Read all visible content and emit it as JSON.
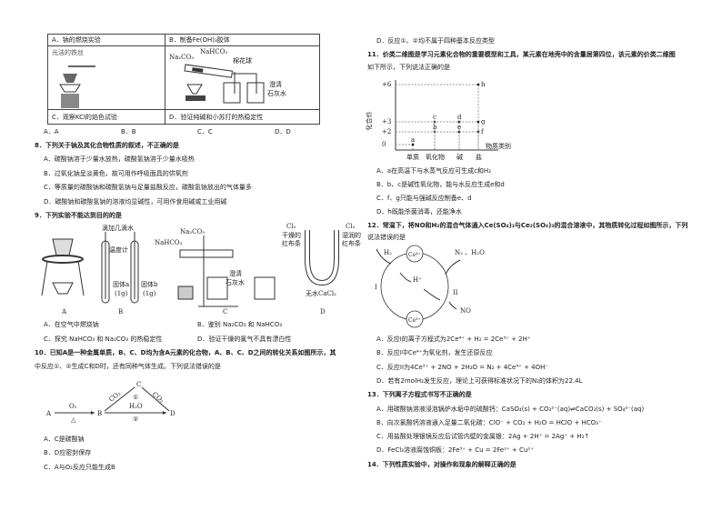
{
  "q7": {
    "table": {
      "cell_a": "A．钠的燃烧实验",
      "cell_b": "B．制备Fe(OH)₃胶体",
      "img_a_label": "光洁的铁丝",
      "img_b_labels": [
        "Na₂CO₃",
        "NaHCO₃",
        "棉花球",
        "澄清",
        "石灰水"
      ],
      "cell_c": "C．观察KCl的焰色试验",
      "cell_d": "D．验证纯碱和小苏打的热稳定性"
    },
    "choices": [
      "A．A",
      "B．B",
      "C．C",
      "D．D"
    ]
  },
  "q8": {
    "stem": "8．下列关于钠及其化合物性质的叙述，不正确的是",
    "options": [
      "A．碳酸钠溶于少量水放热，碳酸氢钠溶于少量水吸热",
      "B．过氧化钠呈淡黄色，故可用作呼吸面具的供氧剂",
      "C．等质量的碳酸钠和碳酸氢钠与足量盐酸反应，碳酸氢钠放出的气体量多",
      "D．碳酸钠和碳酸氢钠的溶液均显碱性，可用作食用碱或工业用碱"
    ]
  },
  "q9": {
    "stem": "9．下列实验不能达到目的的是",
    "fig_labels": [
      "A",
      "B",
      "C",
      "D"
    ],
    "fig_b": [
      "滴加几滴水",
      "温度计",
      "固体a",
      "(1g)",
      "固体b",
      "(1g)"
    ],
    "fig_c": [
      "NaHCO₃",
      "Na₂CO₃",
      "澄清",
      "石灰水"
    ],
    "fig_d": [
      "Cl₂",
      "干燥的",
      "红布条",
      "Cl₂",
      "湿润的",
      "红布条",
      "无水CaCl₂"
    ],
    "options": [
      "A．在空气中燃烧钠",
      "B．鉴别 Na₂CO₃ 和 NaHCO₃",
      "C．探究 NaHCO₃ 和 Na₂CO₃ 的热稳定性",
      "D．验证干燥的氯气不具有漂白性"
    ]
  },
  "q10": {
    "stem1": "10．已知A是一种金属单质，B、C、D均为含A元素的化合物，A、B、C、D之间的转化关系如图所示，其",
    "stem2": "中反应①、②生成C和D时，还有同种气体生成。下列说法错误的是",
    "diagram": {
      "A": "A",
      "B": "B",
      "C": "C",
      "D": "D",
      "o2": "O₂",
      "heat": "△",
      "co2_1": "CO₂",
      "co2_2": "CO₂",
      "h2o": "H₂O",
      "r1": "①",
      "r2": "②"
    },
    "options": [
      "A．C是碳酸钠",
      "B．D应密封保存",
      "C．A与O₂反应只能生成B",
      "D．反应①、②均不属于四种基本反应类型"
    ]
  },
  "q11": {
    "stem1": "11．价类二维图是学习元素化合物的重要模型和工具，某元素在地壳中的含量居第四位，该元素的价类二维图",
    "stem2": "如下所示，下列说法正确的是",
    "chart": {
      "ylabel": "化合价",
      "xlabel": "物质类别",
      "y_ticks": [
        "+6",
        "+3",
        "+2",
        "0"
      ],
      "x_ticks": [
        "单质",
        "氧化物",
        "碱",
        "盐"
      ],
      "points": [
        {
          "label": "a",
          "category": "单质",
          "valence": 0
        },
        {
          "label": "b",
          "category": "氧化物",
          "valence": 2
        },
        {
          "label": "c",
          "category": "氧化物",
          "valence": 3
        },
        {
          "label": "d",
          "category": "碱",
          "valence": 3
        },
        {
          "label": "e",
          "category": "碱",
          "valence": 2
        },
        {
          "label": "f",
          "category": "盐",
          "valence": 2
        },
        {
          "label": "g",
          "category": "盐",
          "valence": 3
        },
        {
          "label": "h",
          "category": "盐",
          "valence": 6
        }
      ]
    },
    "options": [
      "A．a在高温下与水蒸气反应可生成c和H₂",
      "B．b、c是碱性氧化物，能与水反应生成e和d",
      "C．f、g只能与强碱反应制备e、d",
      "D．h既能杀菌消毒，还能净水"
    ]
  },
  "q12": {
    "stem1": "12．常温下，将NO和H₂的混合气体通入Ce(SO₄)₂与Ce₂(SO₄)₃的混合溶液中，其物质转化过程如图所示，下列",
    "stem2": "说法错误的是",
    "diagram": {
      "ce4": "Ce⁴⁺",
      "ce3": "Ce³⁺",
      "h2": "H₂",
      "hplus": "H⁺",
      "products": "N₂ 、H₂O",
      "no": "NO",
      "r1": "I",
      "r2": "II"
    },
    "options": [
      "A．反应I的离子方程式为2Ce⁴⁺ + H₂ = 2Ce³⁺ + 2H⁺",
      "B．反应I中Ce⁴⁺为氧化剂，发生还原反应",
      "C．反应II为4Ce³⁺ + 2NO + 2H₂O = N₂ + 4Ce⁴⁺ + 4OH⁻",
      "D．若有2molH₂发生反应，理论上可获得标准状况下的N₂的体积为22.4L"
    ]
  },
  "q13": {
    "stem": "13．下列离子方程式书写不正确的是",
    "options": [
      "A．用碳酸钠溶液浸泡锅炉水垢中的硫酸钙：CaSO₄(s) + CO₃²⁻(aq)⇌CaCO₃(s) + SO₄²⁻(aq)",
      "B．向次氯酸钙溶液通入足量二氧化碳：ClO⁻ + CO₂ + H₂O = HClO + HCO₃⁻",
      "C．用盐酸处理银镜反应后试管内壁的金属银：2Ag + 2H⁺ = 2Ag⁺ + H₂↑",
      "D．FeCl₃溶液腐蚀铜板：2Fe³⁺ + Cu = 2Fe²⁺ + Cu²⁺"
    ]
  },
  "q14": {
    "stem": "14．下列性质实验中，对操作和现象的解释正确的是"
  }
}
